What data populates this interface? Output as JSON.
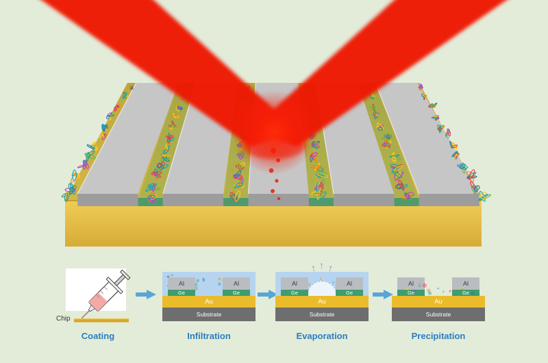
{
  "figure": {
    "background": "#e3ecd9",
    "description": "Laser focused on molecule-coated nanograting chip with four-step fabrication process"
  },
  "labels": {
    "chip": "Chip",
    "al": "Al",
    "ge": "Ge",
    "au": "Au",
    "substrate": "Substrate"
  },
  "steps": [
    {
      "label": "Coating"
    },
    {
      "label": "Infiltration"
    },
    {
      "label": "Evaporation"
    },
    {
      "label": "Precipitation"
    }
  ],
  "colors": {
    "laser_red": "#ee1506",
    "gold_top": "#cdb342",
    "gold_front": "#e7c34a",
    "bar_gray": "#c6c6c6",
    "ge_green": "#3f9d6e",
    "au_gold": "#eabc2c",
    "substrate_gray": "#6e6e6e",
    "solution_blue": "#b6d4ef",
    "step_label_blue": "#2b7dc0",
    "arrow_blue": "#58a6d8",
    "molecule_palette": [
      "#e63946",
      "#f5820b",
      "#2a9d8f",
      "#1f77b4",
      "#ffc914",
      "#c13bd4",
      "#6ab04c",
      "#13a3c4"
    ]
  }
}
